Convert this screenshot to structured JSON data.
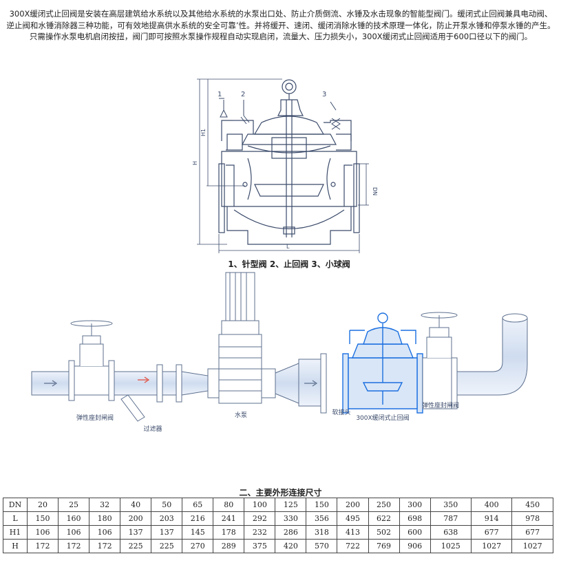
{
  "intro": "300X缓闭式止回阀是安装在高层建筑给水系统以及其他给水系统的水泵出口处、防止介质倒流、水锤及水击现象的智能型阀门。缓闭式止回阀兼具电动阀、逆止阀和水锤消除器三种功能，可有效地提高供水系统的安全可靠’性。并将缓开、速闭、缓闭消除水锤的技术原理一体化，防止开泵水锤和停泵水锤的产生。只需操作水泵电机启闭按扭，阀门即可按照水泵操作规程自动实现启闭，流量大、压力损失小，300X缓闭式止回阀适用于600口径以下的阀门。",
  "figure1": {
    "callouts": [
      "1",
      "2",
      "3"
    ],
    "dims": {
      "h1": "H1",
      "h": "H",
      "dn": "DN",
      "l": "L"
    },
    "caption": "1、针型阀  2、止回阀  3、小球阀"
  },
  "figure2": {
    "labels": {
      "gate_valve_left": "弹性座封闸阀",
      "strainer": "过滤器",
      "pump": "水泵",
      "soft_joint": "软接头",
      "check_valve": "300X缓闭式止回阀",
      "gate_valve_right": "弹性座封闸阀"
    },
    "colors": {
      "pipe": "#5c6f8e",
      "highlight": "#1a6fe0",
      "fill": "#d9e6f7"
    }
  },
  "table": {
    "title": "二、主要外形连接尺寸",
    "rows": [
      {
        "head": "DN",
        "values": [
          "20",
          "25",
          "32",
          "40",
          "50",
          "65",
          "80",
          "100",
          "125",
          "150",
          "200",
          "250",
          "300",
          "350",
          "400",
          "450"
        ]
      },
      {
        "head": "L",
        "values": [
          "150",
          "160",
          "180",
          "200",
          "203",
          "216",
          "241",
          "292",
          "330",
          "356",
          "495",
          "622",
          "698",
          "787",
          "914",
          "978"
        ]
      },
      {
        "head": "H1",
        "values": [
          "106",
          "106",
          "106",
          "137",
          "137",
          "145",
          "178",
          "232",
          "286",
          "318",
          "413",
          "502",
          "600",
          "638",
          "677",
          "677"
        ]
      },
      {
        "head": "H",
        "values": [
          "172",
          "172",
          "172",
          "225",
          "225",
          "270",
          "289",
          "375",
          "420",
          "570",
          "722",
          "769",
          "906",
          "1025",
          "1027",
          "1027"
        ]
      }
    ]
  }
}
